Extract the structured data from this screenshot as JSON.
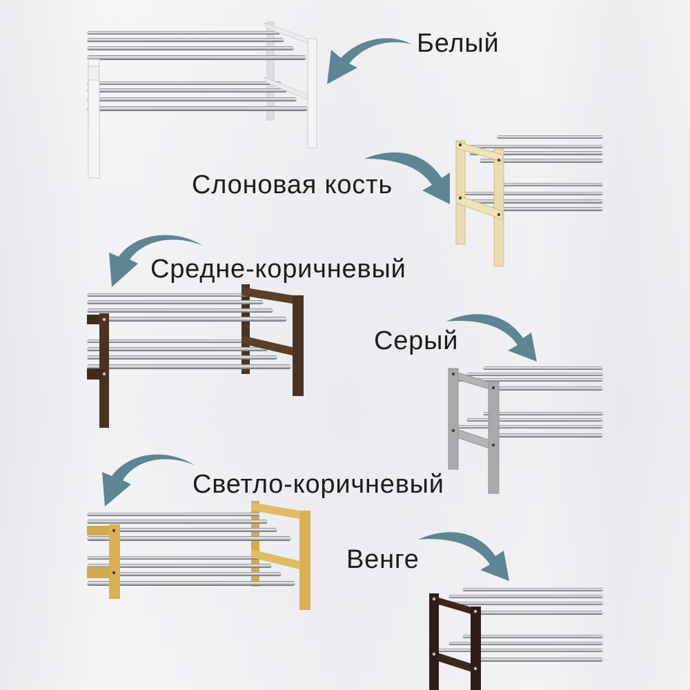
{
  "variants": [
    {
      "label": "Белый",
      "frame_color": "#f2f2f4"
    },
    {
      "label": "Слоновая кость",
      "frame_color": "#e9dcb2"
    },
    {
      "label": "Средне-коричневый",
      "frame_color": "#4a3322"
    },
    {
      "label": "Серый",
      "frame_color": "#a9aaac"
    },
    {
      "label": "Светло-коричневый",
      "frame_color": "#d8b155"
    },
    {
      "label": "Венге",
      "frame_color": "#2e1d17"
    }
  ],
  "arrow_color": "#5d8592"
}
